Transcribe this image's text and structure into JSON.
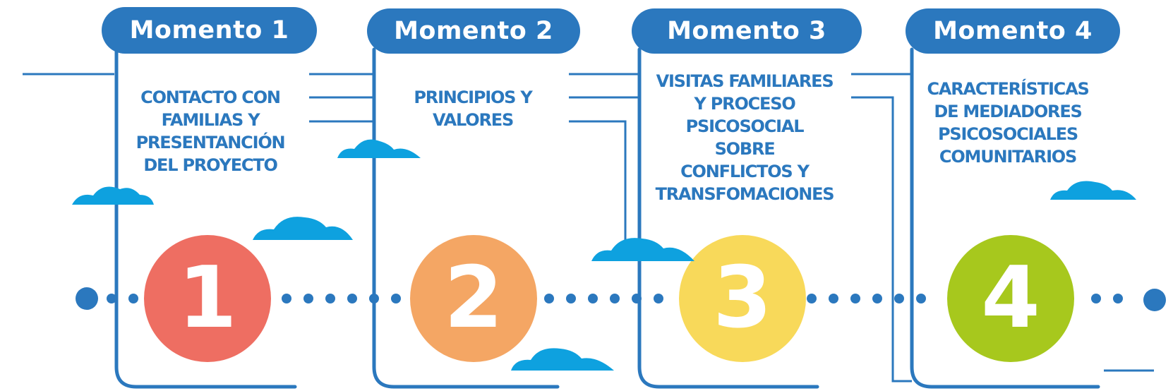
{
  "colors": {
    "blue": "#2b78be",
    "cloud": "#0ea1df",
    "red": "#ee6e62",
    "orange": "#f4a664",
    "yellow": "#f8d95a",
    "green": "#a7c81d"
  },
  "moments": [
    {
      "title": "Momento 1",
      "number": "1",
      "description": [
        "CONTACTO CON",
        "FAMILIAS Y",
        "PRESENTANCIÓN",
        "DEL PROYECTO"
      ],
      "color_key": "red"
    },
    {
      "title": "Momento 2",
      "number": "2",
      "description": [
        "PRINCIPIOS Y",
        "VALORES"
      ],
      "color_key": "orange"
    },
    {
      "title": "Momento 3",
      "number": "3",
      "description": [
        "VISITAS FAMILIARES",
        "Y PROCESO",
        "PSICOSOCIAL",
        "SOBRE",
        "CONFLICTOS Y",
        "TRANSFOMACIONES"
      ],
      "color_key": "yellow"
    },
    {
      "title": "Momento 4",
      "number": "4",
      "description": [
        "CARACTERÍSTICAS",
        "DE MEDIADORES",
        "PSICOSOCIALES",
        "COMUNITARIOS"
      ],
      "color_key": "green"
    }
  ]
}
